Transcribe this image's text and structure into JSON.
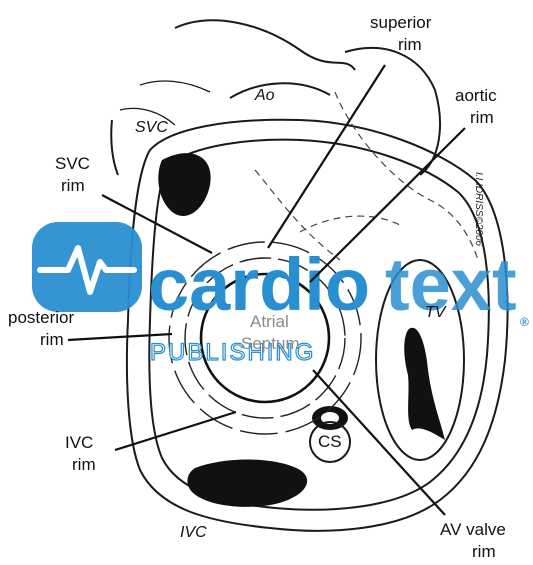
{
  "labels": {
    "superior_rim_1": "superior",
    "superior_rim_2": "rim",
    "aortic_rim_1": "aortic",
    "aortic_rim_2": "rim",
    "ao": "Ao",
    "svc_top": "SVC",
    "svc_rim_1": "SVC",
    "svc_rim_2": "rim",
    "posterior_rim_1": "posterior",
    "posterior_rim_2": "rim",
    "atrial_septum_1": "Atrial",
    "atrial_septum_2": "Septum",
    "tv": "TV",
    "cs": "CS",
    "ivc_rim_1": "IVC",
    "ivc_rim_2": "rim",
    "ivc_bottom": "IVC",
    "av_valve_rim_1": "AV valve",
    "av_valve_rim_2": "rim",
    "copyright": "I.I.IDRISS©2006"
  },
  "watermark": {
    "brand_bold": "cardio",
    "brand_light": "text",
    "registered": "®",
    "publishing": "PUBLISHING",
    "color": "#2a8fd0"
  }
}
